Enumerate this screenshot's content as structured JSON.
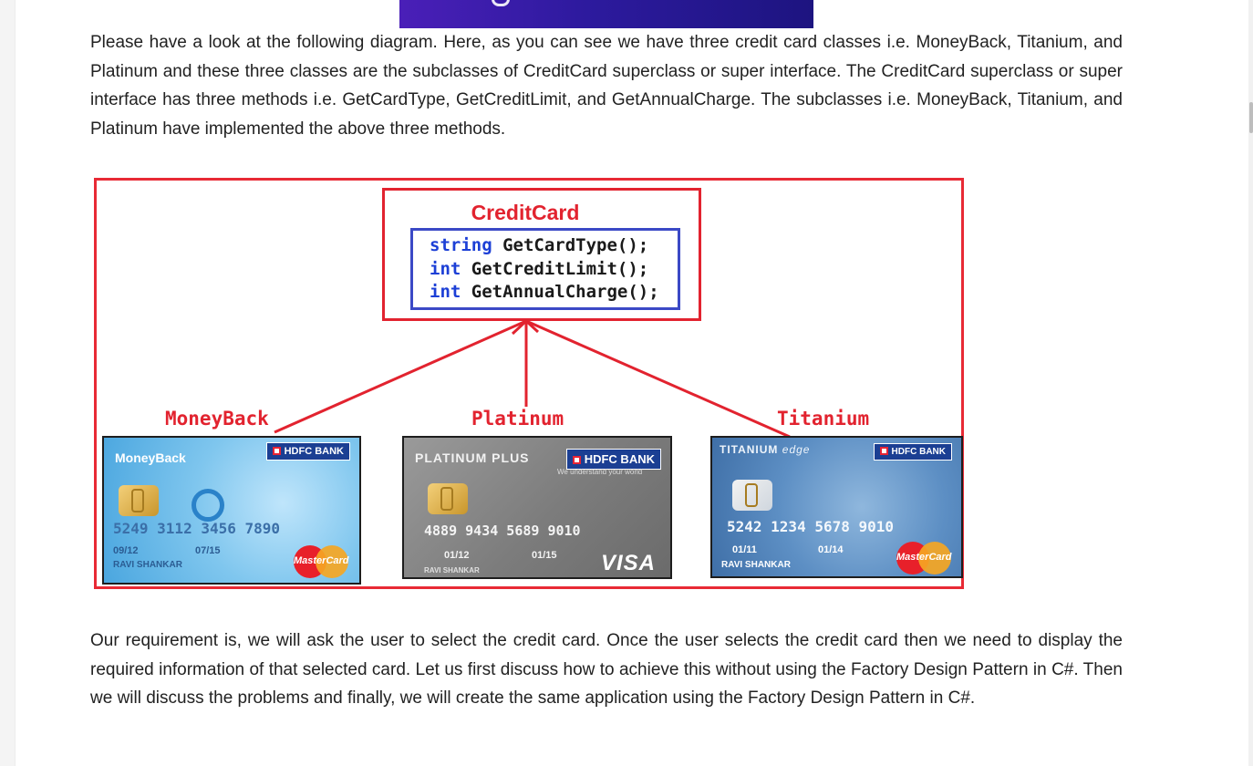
{
  "intro_paragraph": "Please have a look at the following diagram. Here, as you can see we have three credit card classes i.e. MoneyBack, Titanium, and Platinum and these three classes are the subclasses of CreditCard superclass or super interface. The CreditCard superclass or super interface has three methods i.e. GetCardType, GetCreditLimit, and GetAnnualCharge. The subclasses i.e. MoneyBack, Titanium, and Platinum have implemented the above three methods.",
  "outro_paragraph": "Our requirement is, we will ask the user to select the credit card. Once the user selects the credit card then we need to display the required information of that selected card. Let us first discuss how to achieve this without using the Factory Design Pattern in C#. Then we will discuss the problems and finally, we will create the same application using the Factory Design Pattern in C#.",
  "diagram": {
    "superclass_title": "CreditCard",
    "methods": [
      {
        "return_type": "string",
        "signature": " GetCardType();"
      },
      {
        "return_type": "int",
        "signature": " GetCreditLimit();"
      },
      {
        "return_type": "int",
        "signature": " GetAnnualCharge();"
      }
    ],
    "subclasses": [
      {
        "label": "MoneyBack"
      },
      {
        "label": "Platinum"
      },
      {
        "label": "Titanium"
      }
    ],
    "colors": {
      "border": "#e82a35",
      "methods_border": "#3b49c6",
      "keyword": "#1c3fd6"
    },
    "cards": {
      "moneyback": {
        "name": "MoneyBack",
        "bank": "HDFC BANK",
        "number": "5249 3112 3456 7890",
        "valid_from": "09/12",
        "valid_thru": "07/15",
        "holder": "RAVI SHANKAR",
        "network": "MasterCard"
      },
      "platinum": {
        "name": "PLATINUM PLUS",
        "bank": "HDFC BANK",
        "tagline": "We understand your world",
        "number": "4889 9434 5689 9010",
        "valid_from": "01/12",
        "valid_thru": "01/15",
        "holder": "RAVI SHANKAR",
        "network": "VISA"
      },
      "titanium": {
        "name": "TITANIUM",
        "name_suffix": "edge",
        "bank": "HDFC BANK",
        "number": "5242 1234 5678 9010",
        "valid_from": "01/11",
        "valid_thru": "01/14",
        "holder": "RAVI SHANKAR",
        "network": "MasterCard"
      }
    }
  }
}
